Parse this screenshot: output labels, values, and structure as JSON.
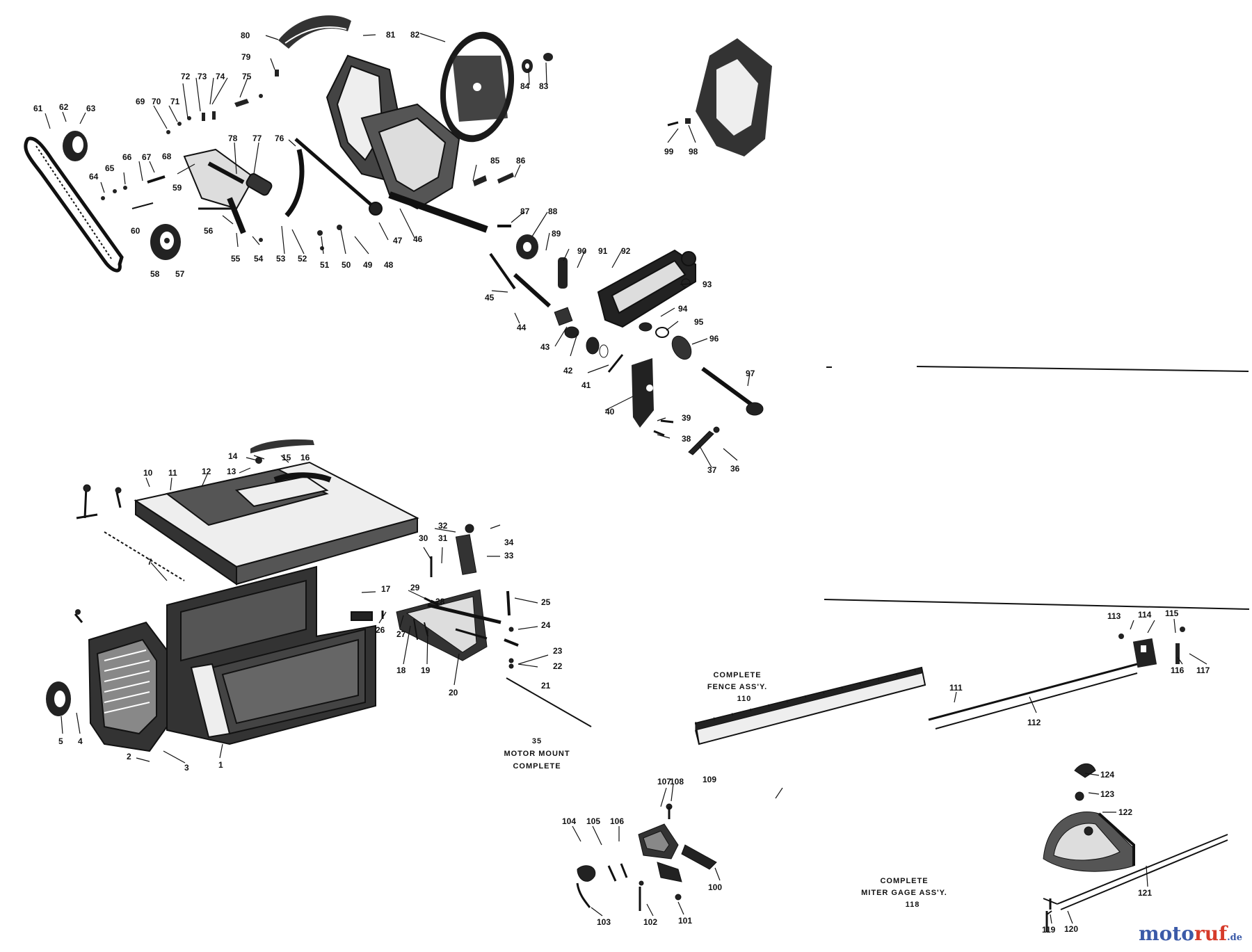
{
  "callouts": [
    {
      "id": "c61",
      "text": "61"
    },
    {
      "id": "c62",
      "text": "62"
    },
    {
      "id": "c63",
      "text": "63"
    },
    {
      "id": "c64",
      "text": "64"
    },
    {
      "id": "c65",
      "text": "65"
    },
    {
      "id": "c66",
      "text": "66"
    },
    {
      "id": "c67",
      "text": "67"
    },
    {
      "id": "c68",
      "text": "68"
    },
    {
      "id": "c59",
      "text": "59"
    },
    {
      "id": "c60",
      "text": "60"
    },
    {
      "id": "c58",
      "text": "58"
    },
    {
      "id": "c57",
      "text": "57"
    },
    {
      "id": "c69",
      "text": "69"
    },
    {
      "id": "c70",
      "text": "70"
    },
    {
      "id": "c71",
      "text": "71"
    },
    {
      "id": "c72",
      "text": "72"
    },
    {
      "id": "c73",
      "text": "73"
    },
    {
      "id": "c74",
      "text": "74"
    },
    {
      "id": "c75",
      "text": "75"
    },
    {
      "id": "c79",
      "text": "79"
    },
    {
      "id": "c80",
      "text": "80"
    },
    {
      "id": "c81",
      "text": "81"
    },
    {
      "id": "c82",
      "text": "82"
    },
    {
      "id": "c83",
      "text": "83"
    },
    {
      "id": "c84",
      "text": "84"
    },
    {
      "id": "c78",
      "text": "78"
    },
    {
      "id": "c77",
      "text": "77"
    },
    {
      "id": "c76",
      "text": "76"
    },
    {
      "id": "c56",
      "text": "56"
    },
    {
      "id": "c55",
      "text": "55"
    },
    {
      "id": "c54",
      "text": "54"
    },
    {
      "id": "c53",
      "text": "53"
    },
    {
      "id": "c52",
      "text": "52"
    },
    {
      "id": "c51",
      "text": "51"
    },
    {
      "id": "c50",
      "text": "50"
    },
    {
      "id": "c49",
      "text": "49"
    },
    {
      "id": "c48",
      "text": "48"
    },
    {
      "id": "c47",
      "text": "47"
    },
    {
      "id": "c46",
      "text": "46"
    },
    {
      "id": "c85",
      "text": "85"
    },
    {
      "id": "c86",
      "text": "86"
    },
    {
      "id": "c87",
      "text": "87"
    },
    {
      "id": "c88",
      "text": "88"
    },
    {
      "id": "c89",
      "text": "89"
    },
    {
      "id": "c90",
      "text": "90"
    },
    {
      "id": "c91",
      "text": "91"
    },
    {
      "id": "c92",
      "text": "92"
    },
    {
      "id": "c93",
      "text": "93"
    },
    {
      "id": "c94",
      "text": "94"
    },
    {
      "id": "c95",
      "text": "95"
    },
    {
      "id": "c96",
      "text": "96"
    },
    {
      "id": "c97",
      "text": "97"
    },
    {
      "id": "c45",
      "text": "45"
    },
    {
      "id": "c44",
      "text": "44"
    },
    {
      "id": "c43",
      "text": "43"
    },
    {
      "id": "c42",
      "text": "42"
    },
    {
      "id": "c41",
      "text": "41"
    },
    {
      "id": "c40",
      "text": "40"
    },
    {
      "id": "c39",
      "text": "39"
    },
    {
      "id": "c38",
      "text": "38"
    },
    {
      "id": "c37",
      "text": "37"
    },
    {
      "id": "c36",
      "text": "36"
    },
    {
      "id": "c99",
      "text": "99"
    },
    {
      "id": "c98",
      "text": "98"
    },
    {
      "id": "c14",
      "text": "14"
    },
    {
      "id": "c15",
      "text": "15"
    },
    {
      "id": "c16",
      "text": "16"
    },
    {
      "id": "c13",
      "text": "13"
    },
    {
      "id": "c10",
      "text": "10"
    },
    {
      "id": "c11",
      "text": "11"
    },
    {
      "id": "c12",
      "text": "12"
    },
    {
      "id": "c7",
      "text": "7"
    },
    {
      "id": "c17",
      "text": "17"
    },
    {
      "id": "c30",
      "text": "30"
    },
    {
      "id": "c31",
      "text": "31"
    },
    {
      "id": "c32",
      "text": "32"
    },
    {
      "id": "c34",
      "text": "34"
    },
    {
      "id": "c33",
      "text": "33"
    },
    {
      "id": "c29",
      "text": "29"
    },
    {
      "id": "c28",
      "text": "28"
    },
    {
      "id": "c25",
      "text": "25"
    },
    {
      "id": "c24",
      "text": "24"
    },
    {
      "id": "c23",
      "text": "23"
    },
    {
      "id": "c22",
      "text": "22"
    },
    {
      "id": "c21",
      "text": "21"
    },
    {
      "id": "c26",
      "text": "26"
    },
    {
      "id": "c27",
      "text": "27"
    },
    {
      "id": "c18",
      "text": "18"
    },
    {
      "id": "c19",
      "text": "19"
    },
    {
      "id": "c20",
      "text": "20"
    },
    {
      "id": "c5",
      "text": "5"
    },
    {
      "id": "c4",
      "text": "4"
    },
    {
      "id": "c2",
      "text": "2"
    },
    {
      "id": "c3",
      "text": "3"
    },
    {
      "id": "c1",
      "text": "1"
    },
    {
      "id": "c113",
      "text": "113"
    },
    {
      "id": "c114",
      "text": "114"
    },
    {
      "id": "c115",
      "text": "115"
    },
    {
      "id": "c116",
      "text": "116"
    },
    {
      "id": "c117",
      "text": "117"
    },
    {
      "id": "c111",
      "text": "111"
    },
    {
      "id": "c112",
      "text": "112"
    },
    {
      "id": "c109",
      "text": "109"
    },
    {
      "id": "c107",
      "text": "107"
    },
    {
      "id": "c108",
      "text": "108"
    },
    {
      "id": "c104",
      "text": "104"
    },
    {
      "id": "c105",
      "text": "105"
    },
    {
      "id": "c106",
      "text": "106"
    },
    {
      "id": "c100",
      "text": "100"
    },
    {
      "id": "c103",
      "text": "103"
    },
    {
      "id": "c102",
      "text": "102"
    },
    {
      "id": "c101",
      "text": "101"
    },
    {
      "id": "c124",
      "text": "124"
    },
    {
      "id": "c123",
      "text": "123"
    },
    {
      "id": "c122",
      "text": "122"
    },
    {
      "id": "c121",
      "text": "121"
    },
    {
      "id": "c119",
      "text": "119"
    },
    {
      "id": "c120",
      "text": "120"
    }
  ],
  "captions": {
    "fence": [
      "COMPLETE",
      "FENCE ASS'Y.",
      "110"
    ],
    "motor_mount": [
      "35",
      "MOTOR MOUNT",
      "COMPLETE"
    ],
    "miter": [
      "COMPLETE",
      "MITER GAGE ASS'Y.",
      "118"
    ]
  },
  "watermark": {
    "a": "moto",
    "b": "ruf",
    "c": ".de"
  }
}
